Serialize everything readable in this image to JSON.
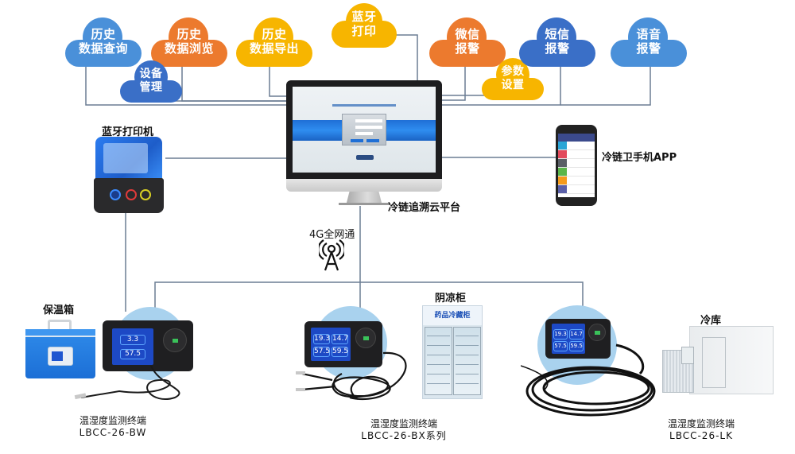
{
  "clouds": [
    {
      "id": "history-query",
      "label": "历史\n数据查询",
      "color": "#4a90d9"
    },
    {
      "id": "history-browse",
      "label": "历史\n数据浏览",
      "color": "#ec7a2e"
    },
    {
      "id": "history-export",
      "label": "历史\n数据导出",
      "color": "#f7b500"
    },
    {
      "id": "device-manage",
      "label": "设备\n管理",
      "color": "#3a6fc7"
    },
    {
      "id": "bluetooth-print",
      "label": "蓝牙\n打印",
      "color": "#f7b500"
    },
    {
      "id": "wechat-alarm",
      "label": "微信\n报警",
      "color": "#ec7a2e"
    },
    {
      "id": "param-settings",
      "label": "参数\n设置",
      "color": "#f7b500"
    },
    {
      "id": "sms-alarm",
      "label": "短信\n报警",
      "color": "#3a6fc7"
    },
    {
      "id": "voice-alarm",
      "label": "语音\n报警",
      "color": "#4a90d9"
    }
  ],
  "labels": {
    "printer": "蓝牙打印机",
    "platform": "冷链追溯云平台",
    "app": "冷链卫手机APP",
    "network": "4G全网通",
    "coolbox": "保温箱",
    "cabinet": "阴凉柜",
    "coldroom": "冷库",
    "cabinet_sign": "药品冷藏柜"
  },
  "terminals": [
    {
      "name": "温湿度监测终端",
      "model": "LBCC-26-BW",
      "readings": [
        "3.3",
        "57.5"
      ]
    },
    {
      "name": "温湿度监测终端",
      "model": "LBCC-26-BX系列",
      "readings": [
        "19.3",
        "14.7",
        "57.5",
        "59.5"
      ]
    },
    {
      "name": "温湿度监测终端",
      "model": "LBCC-26-LK",
      "readings": [
        "19.3",
        "14.7",
        "57.5",
        "59.5"
      ]
    }
  ],
  "colors": {
    "line": "#6b7d93",
    "bubble": "#a9d2ee",
    "screen_blue": "#1d49c5"
  }
}
